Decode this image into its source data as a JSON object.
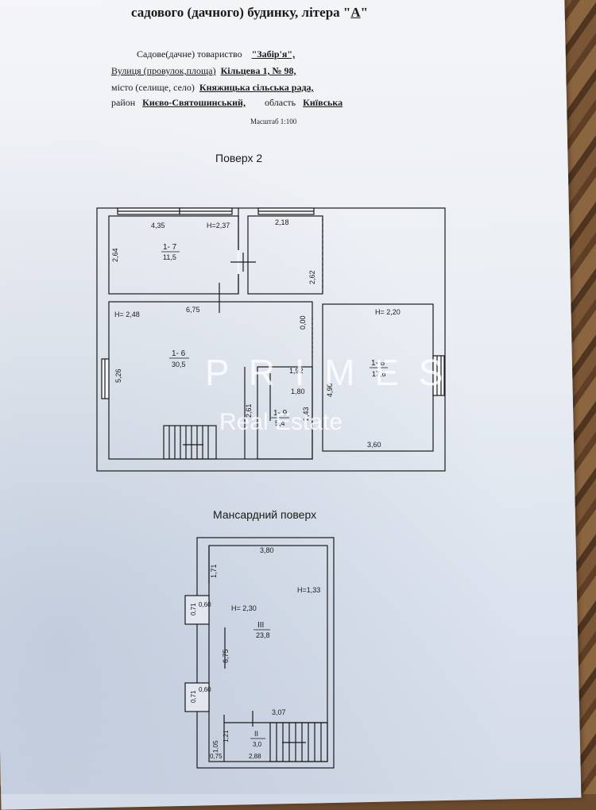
{
  "header": {
    "title_prefix": "садового (дачного) будинку, літера \"",
    "title_letter": "А",
    "title_suffix": "\"",
    "row1_label": "Садове(дачне) товариство",
    "row1_value": "\"Забір'я\",",
    "row2_label": "Вулиця (провулок,площа)",
    "row2_value": "Кільцева 1, № 98,",
    "row3_label": "місто (селище, село)",
    "row3_value": "Княжицька сільська рада,",
    "row4_label": "район",
    "row4_value": "Києво-Святошинський,",
    "row4_label2": "область",
    "row4_value2": "Київська",
    "scale": "Масштаб 1:100"
  },
  "floor2": {
    "label": "Поверх 2",
    "dims": {
      "d435": "4,35",
      "h237": "H=2,37",
      "d218": "2,18",
      "d264": "2,64",
      "d262": "2,62",
      "d675": "6,75",
      "h248": "H= 2,48",
      "d000": "0,00",
      "h220": "H= 2,20",
      "d526": "5,26",
      "d192": "1,92",
      "d180": "1,80",
      "d261": "2,61",
      "d243": "2,43",
      "d490": "4,90",
      "d360": "3,60"
    },
    "rooms": [
      {
        "id": "1- 7",
        "area": "11,5"
      },
      {
        "id": "1- 6",
        "area": "30,5"
      },
      {
        "id": "1- 9",
        "area": "5,4"
      },
      {
        "id": "1- 8",
        "area": "17,6"
      }
    ]
  },
  "attic": {
    "label": "Мансардний поверх",
    "dims": {
      "d380": "3,80",
      "d171": "1,71",
      "h133": "H=1,33",
      "d071a": "0,71",
      "d060a": "0,60",
      "h230": "H= 2,30",
      "d675": "6,75",
      "d071b": "0,71",
      "d060b": "0,60",
      "d307": "3,07",
      "d121": "1,21",
      "d105": "1,05",
      "d075": "0,75",
      "d288": "2,88"
    },
    "rooms": [
      {
        "id": "III",
        "area": "23,8"
      },
      {
        "id": "II",
        "area": "3,0"
      }
    ]
  },
  "watermark": {
    "line1": "P R I M E S",
    "line2": "Real Estate"
  }
}
